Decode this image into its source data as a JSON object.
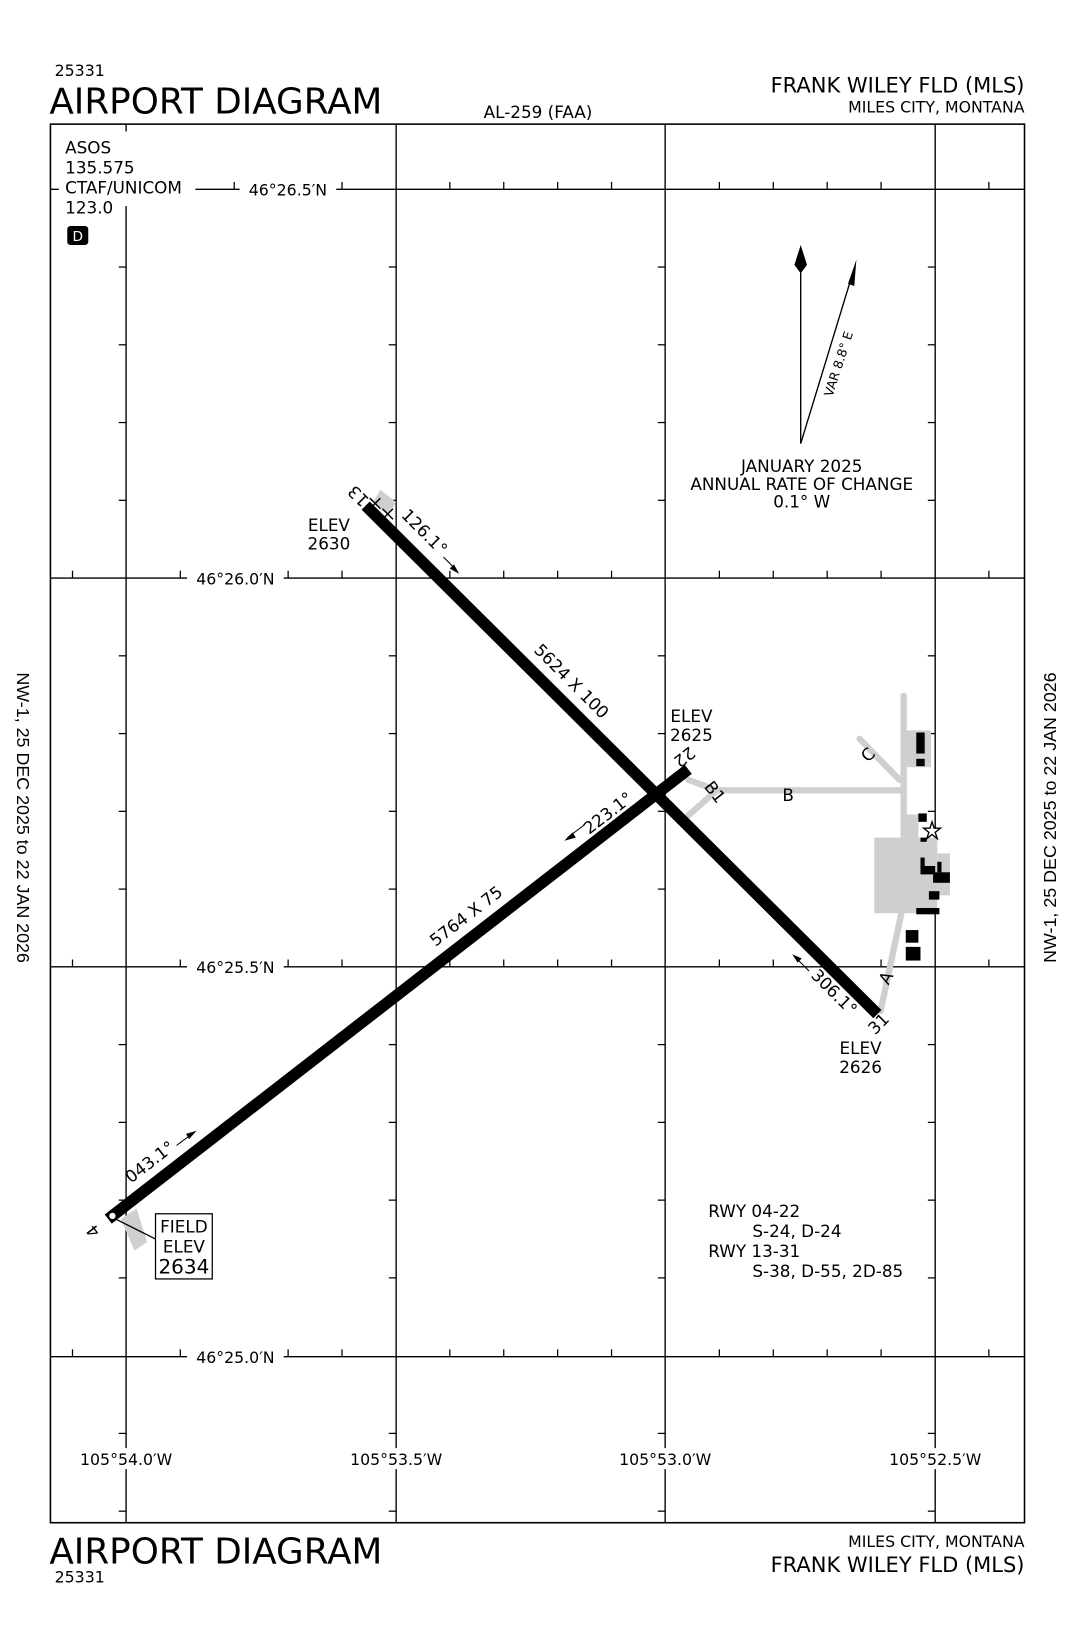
{
  "header": {
    "chart_number": "25331",
    "title": "AIRPORT DIAGRAM",
    "procedure_id": "AL-259 (FAA)",
    "airport_name": "FRANK WILEY FLD (MLS)",
    "location": "MILES CITY, MONTANA"
  },
  "footer": {
    "title": "AIRPORT DIAGRAM",
    "chart_number": "25331",
    "location": "MILES CITY, MONTANA",
    "airport_name": "FRANK WILEY FLD (MLS)"
  },
  "side_notes": {
    "left": "NW-1,  25 DEC 2025  to  22 JAN 2026",
    "right": "NW-1,  25 DEC 2025  to  22 JAN 2026"
  },
  "comms": {
    "asos_label": "ASOS",
    "asos_freq": "135.575",
    "ctaf_label": "CTAF/UNICOM",
    "ctaf_freq": "123.0",
    "d_badge": "D"
  },
  "latitudes": [
    "46°26.5′N",
    "46°26.0′N",
    "46°25.5′N",
    "46°25.0′N"
  ],
  "longitudes": [
    "105°54.0′W",
    "105°53.5′W",
    "105°53.0′W",
    "105°52.5′W"
  ],
  "magnetic": {
    "variation": "VAR 8.8° E",
    "date": "JANUARY 2025",
    "rate_label": "ANNUAL RATE OF CHANGE",
    "rate": "0.1° W"
  },
  "runways": {
    "r13_31": {
      "dims": "5624 X 100",
      "end_a": "13",
      "end_b": "31",
      "hdg_a": "126.1°",
      "hdg_b": "306.1°",
      "elev_a_label": "ELEV",
      "elev_a": "2630",
      "elev_b_label": "ELEV",
      "elev_b": "2626"
    },
    "r04_22": {
      "dims": "5764 X 75",
      "end_a": "4",
      "end_b": "22",
      "hdg_a": "043.1°",
      "hdg_b": "223.1°",
      "elev_b_label": "ELEV",
      "elev_b": "2625"
    }
  },
  "taxiways": [
    "A",
    "B",
    "B1",
    "C"
  ],
  "field_elev": {
    "line1": "FIELD",
    "line2": "ELEV",
    "value": "2634"
  },
  "strength": {
    "rwy1": "RWY 04-22",
    "rwy1_vals": "S-24, D-24",
    "rwy2": "RWY 13-31",
    "rwy2_vals": "S-38, D-55, 2D-85"
  },
  "colors": {
    "runway": "#000000",
    "taxiway": "#cfcfcf",
    "background": "#ffffff"
  },
  "icons": [
    "beacon-star-icon",
    "true-north-arrow-icon",
    "magnetic-north-arrow-icon"
  ]
}
